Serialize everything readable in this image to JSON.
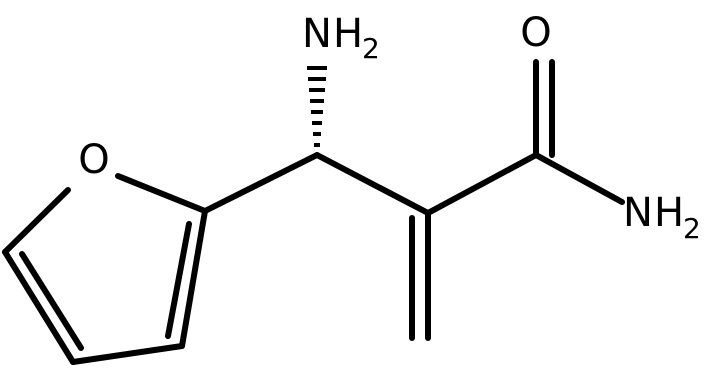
{
  "molecule": {
    "atoms": {
      "amine_top": {
        "symbol": "N",
        "h": "H",
        "count": "2"
      },
      "carbonyl_o": {
        "symbol": "O"
      },
      "amide_n": {
        "symbol": "N",
        "h": "H",
        "count": "2"
      },
      "furan_o": {
        "symbol": "O"
      }
    },
    "colors": {
      "bond": "#000000",
      "text": "#000000",
      "background": "#ffffff"
    }
  }
}
